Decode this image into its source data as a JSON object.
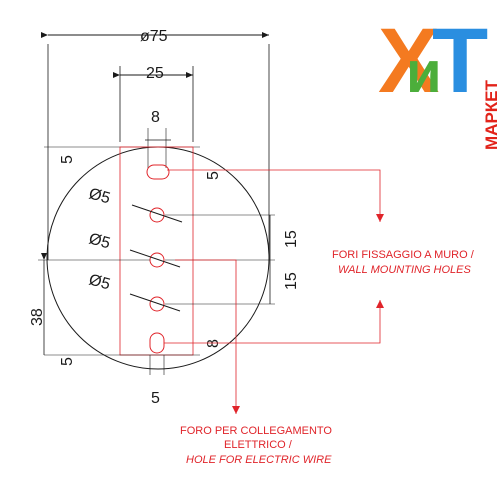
{
  "logo": {
    "letters": [
      "Х",
      "и",
      "Т"
    ],
    "word": "МАРКЕТ",
    "colors": {
      "x": "#f47a20",
      "i": "#4cae3b",
      "t": "#2a8ee0",
      "word": "#e2231a"
    }
  },
  "dimensions": {
    "diameter": "ø75",
    "width_25": "25",
    "slot_width": "8",
    "top_offset": "5",
    "slot_5_right": "5",
    "hole_1": "Ø5",
    "hole_2": "Ø5",
    "hole_3": "Ø5",
    "spacing_1": "15",
    "spacing_2": "15",
    "offset_38": "38",
    "bottom_5_left": "5",
    "slot_8_right": "8",
    "bottom_5": "5"
  },
  "notes": {
    "mounting_it": "FORI FISSAGGIO A MURO /",
    "mounting_en": "WALL MOUNTING HOLES",
    "wire_it_1": "FORO PER COLLEGAMENTO",
    "wire_it_2": "ELETTRICO /",
    "wire_en": "HOLE FOR ELECTRIC WIRE"
  },
  "colors": {
    "line": "#1a1a1a",
    "annotation": "#e0242a"
  }
}
